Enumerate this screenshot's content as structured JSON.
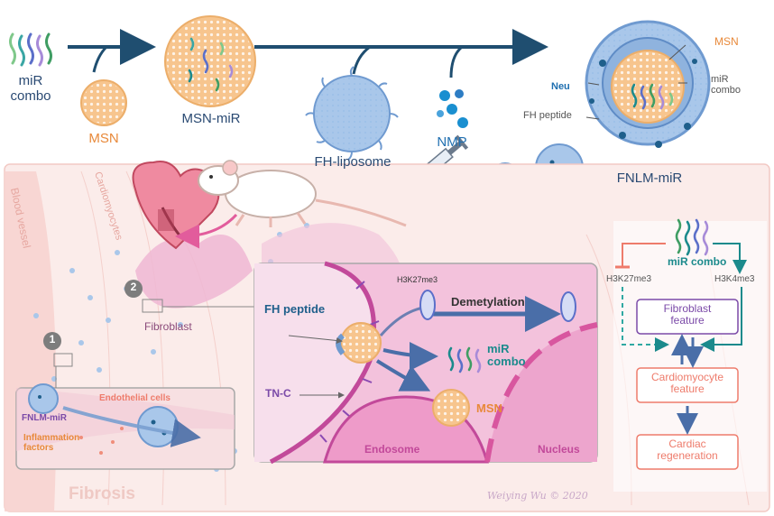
{
  "colors": {
    "orange": "#f2a35a",
    "blue": "#4f86c6",
    "darkblue": "#1f5f8b",
    "teal": "#1b8a8c",
    "pink": "#d9468f",
    "salmon": "#ee7b6b",
    "purple": "#7b4aa8",
    "gray": "#5a5a5a"
  },
  "top": {
    "mir_combo": "miR\ncombo",
    "msn": "MSN",
    "msn_mir": "MSN-miR",
    "fh_liposome": "FH-liposome",
    "nmp": "NMP",
    "fnlm_mir": "FNLM-miR",
    "inset_msn": "MSN",
    "inset_mir_combo": "miR\ncombo",
    "inset_neu": "Neu",
    "inset_fh_peptide": "FH peptide"
  },
  "tissue": {
    "blood_vessel": "Blood vessel",
    "cardiomyocytes": "Cardiomyocytes",
    "fibroblast": "Fibroblast",
    "fibrosis": "Fibrosis",
    "badge1": "1",
    "badge2": "2",
    "signature": "Weiying Wu © 2020"
  },
  "panel1": {
    "fnlm_mir": "FNLM-miR",
    "endothelial": "Endothelial cells",
    "inflammation": "Inflammation\nfactors"
  },
  "panel2": {
    "fh_peptide": "FH peptide",
    "h3k27me3": "H3K27me3",
    "demetylation": "Demetylation",
    "mir_combo": "miR\ncombo",
    "tnc": "TN-C",
    "msn": "MSN",
    "endosome": "Endosome",
    "nucleus": "Nucleus"
  },
  "pathway": {
    "mir_combo": "miR combo",
    "h3k27me3": "H3K27me3",
    "h3k4me3": "H3K4me3",
    "fibroblast_feature": "Fibroblast\nfeature",
    "cardiomyocyte_feature": "Cardiomyocyte\nfeature",
    "cardiac_regeneration": "Cardiac\nregeneration"
  }
}
